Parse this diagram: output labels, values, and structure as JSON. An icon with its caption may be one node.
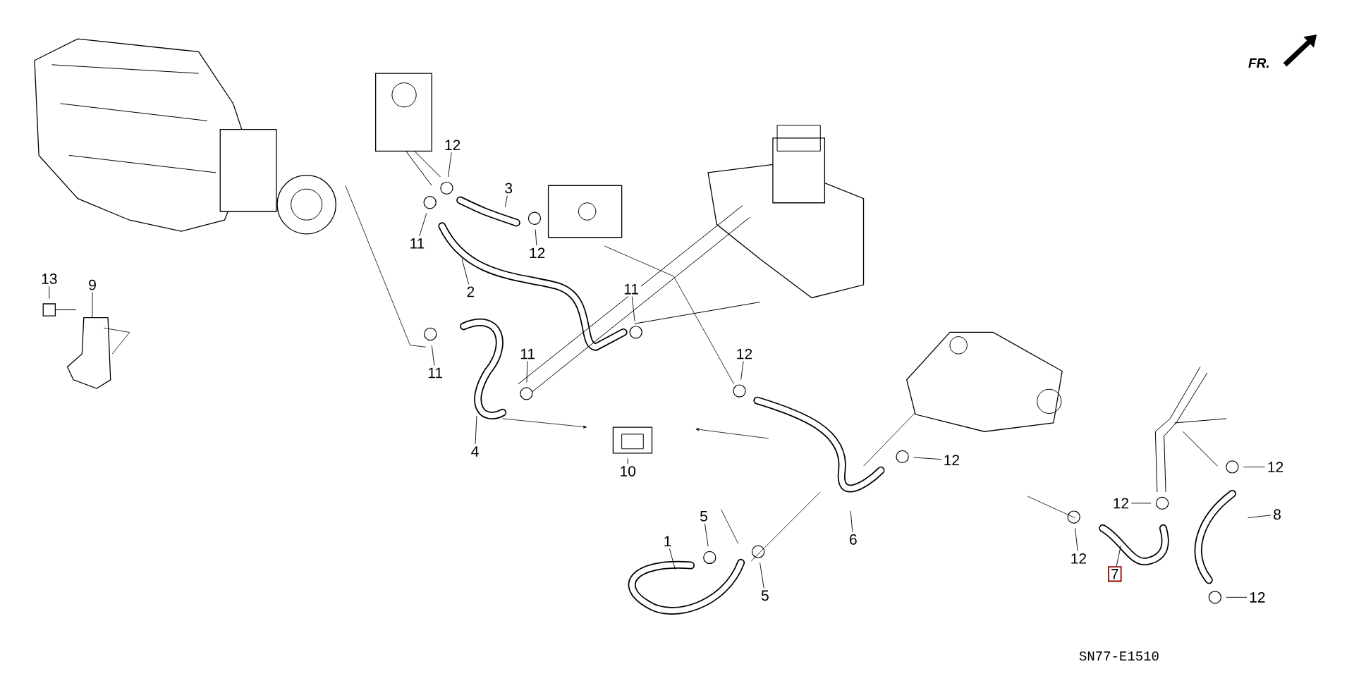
{
  "diagram": {
    "nodes": [
      {
        "text": [
          "12"
        ]
      },
      {
        "text": [
          "3"
        ]
      },
      {
        "text": [
          "11"
        ]
      },
      {
        "text": [
          "12"
        ]
      },
      {
        "text": [
          "13"
        ]
      },
      {
        "text": [
          "9"
        ]
      },
      {
        "text": [
          "11"
        ]
      },
      {
        "text": [
          "2"
        ]
      },
      {
        "text": [
          "11"
        ]
      },
      {
        "text": [
          "12"
        ]
      },
      {
        "text": [
          "11"
        ]
      },
      {
        "text": [
          "4"
        ]
      },
      {
        "text": [
          "12"
        ]
      },
      {
        "text": [
          "12"
        ]
      },
      {
        "text": [
          "10"
        ]
      },
      {
        "text": [
          "12"
        ]
      },
      {
        "text": [
          "8"
        ]
      },
      {
        "text": [
          "5"
        ]
      },
      {
        "text": [
          "6"
        ]
      },
      {
        "text": [
          "1"
        ]
      },
      {
        "text": [
          "12"
        ]
      },
      {
        "text": [
          "7"
        ]
      },
      {
        "text": [
          "5"
        ]
      },
      {
        "text": [
          "12"
        ]
      }
    ],
    "edges": [
      {
        "from": 0,
        "to": null,
        "arrow": "none"
      },
      {
        "from": 1,
        "to": null,
        "arrow": "none"
      },
      {
        "from": 2,
        "to": null,
        "arrow": "none"
      },
      {
        "from": 3,
        "to": null,
        "arrow": "none"
      },
      {
        "from": 4,
        "to": null,
        "arrow": "none"
      },
      {
        "from": 5,
        "to": null,
        "arrow": "none"
      },
      {
        "from": 6,
        "to": null,
        "arrow": "none"
      },
      {
        "from": 7,
        "to": null,
        "arrow": "none"
      },
      {
        "from": 8,
        "to": null,
        "arrow": "none"
      },
      {
        "from": 9,
        "to": null,
        "arrow": "none"
      },
      {
        "from": 10,
        "to": null,
        "arrow": "none"
      },
      {
        "from": 11,
        "to": null,
        "arrow": "none"
      },
      {
        "from": 12,
        "to": null,
        "arrow": "none"
      },
      {
        "from": 13,
        "to": null,
        "arrow": "none"
      },
      {
        "from": 14,
        "to": null,
        "arrow": "none"
      },
      {
        "from": 15,
        "to": null,
        "arrow": "none"
      },
      {
        "from": 16,
        "to": null,
        "arrow": "none"
      },
      {
        "from": 17,
        "to": null,
        "arrow": "none"
      },
      {
        "from": 18,
        "to": null,
        "arrow": "none"
      },
      {
        "from": 19,
        "to": null,
        "arrow": "none"
      },
      {
        "from": 20,
        "to": null,
        "arrow": "none"
      },
      {
        "from": 21,
        "to": null,
        "arrow": "none"
      },
      {
        "from": 22,
        "to": null,
        "arrow": "none"
      },
      {
        "from": 23,
        "to": null,
        "arrow": "none"
      }
    ],
    "labels": [
      "FR.",
      "SN77-E1510"
    ]
  }
}
